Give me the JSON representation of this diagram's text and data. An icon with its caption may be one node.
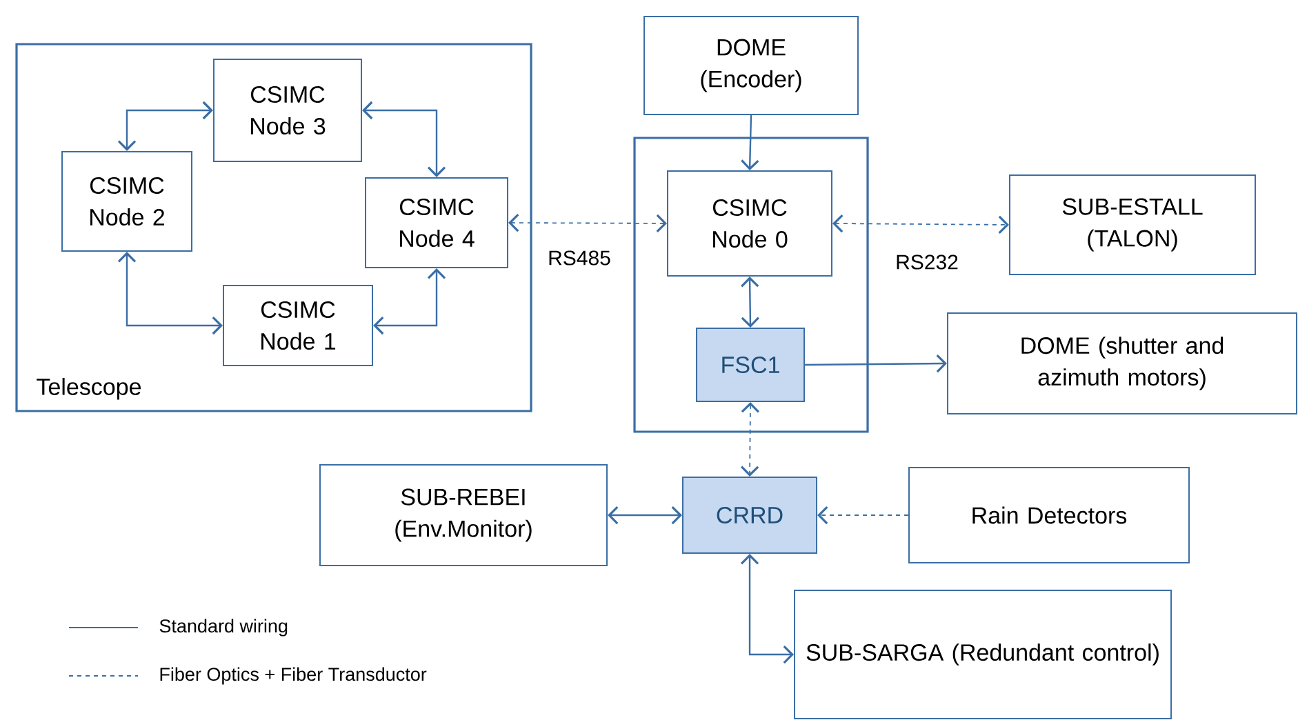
{
  "diagram": {
    "nodes": [
      {
        "text": [
          "Telescope"
        ]
      },
      {
        "text": [
          "CSIMC Node 3"
        ],
        "in": 0
      },
      {
        "text": [
          "CSIMC Node 2"
        ],
        "in": 0
      },
      {
        "text": [
          "CSIMC Node 4"
        ],
        "in": 0
      },
      {
        "text": [
          "CSIMC Node 1"
        ],
        "in": 0
      },
      {
        "text": [
          "DOME (Encoder)"
        ]
      },
      {
        "text": [],
        "shape": "box"
      },
      {
        "text": [
          "CSIMC Node 0"
        ],
        "in": 6
      },
      {
        "text": [
          "FSC1"
        ],
        "in": 6
      },
      {
        "text": [
          "SUB-ESTALL (TALON)"
        ]
      },
      {
        "text": [
          "DOME (shutter and azimuth motors)"
        ]
      },
      {
        "text": [
          "SUB-REBEI (Env.Monitor)"
        ]
      },
      {
        "text": [
          "CRRD"
        ]
      },
      {
        "text": [
          "Rain Detectors"
        ]
      },
      {
        "text": [
          "SUB-SARGA (Redundant control)"
        ]
      }
    ],
    "edges": [
      {
        "from": 2,
        "to": 1,
        "arrow": "both"
      },
      {
        "from": 1,
        "to": 3,
        "arrow": "both"
      },
      {
        "from": 2,
        "to": 4,
        "arrow": "both"
      },
      {
        "from": 4,
        "to": 3,
        "arrow": "both"
      },
      {
        "from": 3,
        "to": 7,
        "arrow": "both",
        "style": "dashed",
        "label": "RS485"
      },
      {
        "from": 7,
        "to": 9,
        "arrow": "both",
        "style": "dashed",
        "label": "RS232"
      },
      {
        "from": 5,
        "to": 7,
        "arrow": "to"
      },
      {
        "from": 7,
        "to": 8,
        "arrow": "both"
      },
      {
        "from": 8,
        "to": 10,
        "arrow": "to"
      },
      {
        "from": 8,
        "to": 12,
        "arrow": "both",
        "style": "dashed"
      },
      {
        "from": 11,
        "to": 12,
        "arrow": "both"
      },
      {
        "from": 13,
        "to": 12,
        "arrow": "to",
        "style": "dashed"
      },
      {
        "from": 12,
        "to": 14,
        "arrow": "both"
      }
    ],
    "legend": [
      {
        "text": "Standard wiring"
      },
      {
        "text": "Fiber Optics + Fiber Transductor"
      }
    ]
  }
}
